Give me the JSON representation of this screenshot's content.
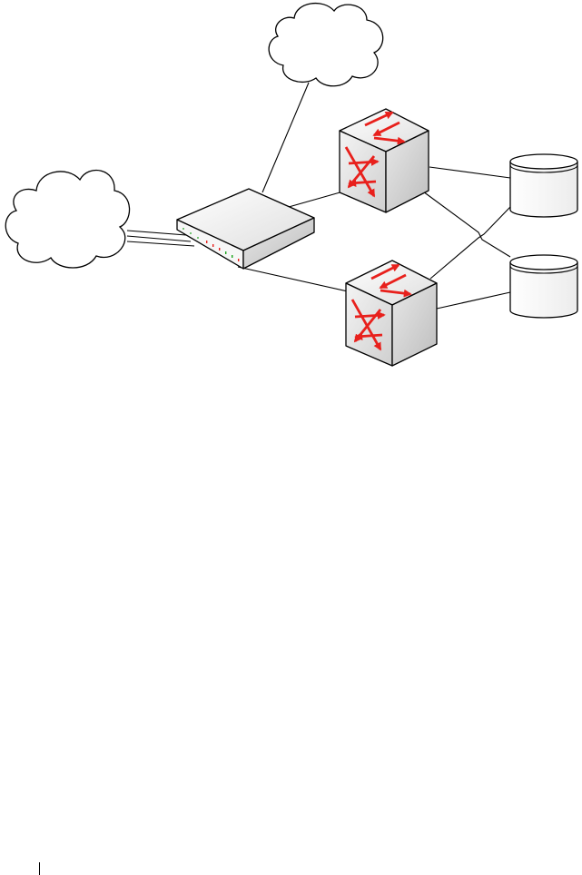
{
  "diagram": {
    "nodes": [
      {
        "id": "cloud-left",
        "kind": "cloud",
        "icon": "cloud-icon",
        "label": ""
      },
      {
        "id": "cloud-top",
        "kind": "cloud",
        "icon": "cloud-icon",
        "label": ""
      },
      {
        "id": "router",
        "kind": "router",
        "icon": "router-icon",
        "label": ""
      },
      {
        "id": "switch-top",
        "kind": "switch",
        "icon": "switch-icon",
        "label": ""
      },
      {
        "id": "switch-bottom",
        "kind": "switch",
        "icon": "switch-icon",
        "label": ""
      },
      {
        "id": "storage-top",
        "kind": "storage",
        "icon": "database-icon",
        "label": ""
      },
      {
        "id": "storage-bottom",
        "kind": "storage",
        "icon": "database-icon",
        "label": ""
      }
    ],
    "links": [
      {
        "from": "cloud-left",
        "to": "router"
      },
      {
        "from": "cloud-top",
        "to": "router"
      },
      {
        "from": "router",
        "to": "switch-top"
      },
      {
        "from": "router",
        "to": "switch-bottom"
      },
      {
        "from": "switch-top",
        "to": "storage-top"
      },
      {
        "from": "switch-top",
        "to": "storage-bottom"
      },
      {
        "from": "switch-bottom",
        "to": "storage-top"
      },
      {
        "from": "switch-bottom",
        "to": "storage-bottom"
      }
    ]
  },
  "colors": {
    "arrow": "#e8201c",
    "outline": "#000000",
    "face_light": "#ffffff",
    "face_shade": "#d4d4d4"
  }
}
